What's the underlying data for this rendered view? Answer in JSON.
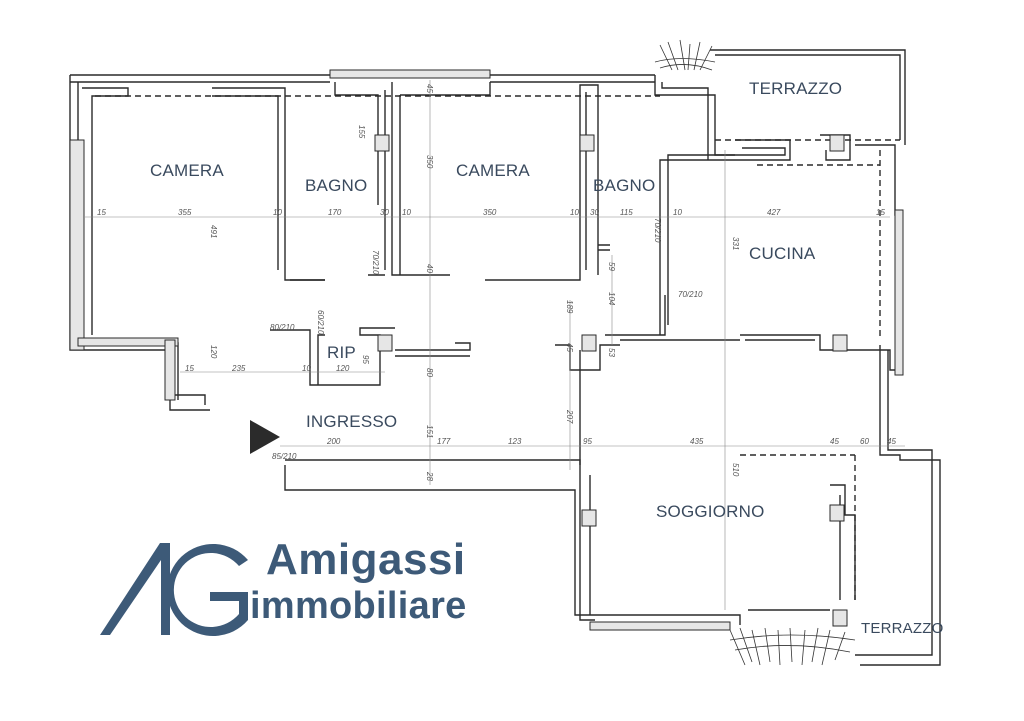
{
  "floor_plan": {
    "rooms": [
      {
        "id": "camera1",
        "label": "CAMERA"
      },
      {
        "id": "bagno1",
        "label": "BAGNO"
      },
      {
        "id": "camera2",
        "label": "CAMERA"
      },
      {
        "id": "bagno2",
        "label": "BAGNO"
      },
      {
        "id": "terrazzo_top",
        "label": "TERRAZZO"
      },
      {
        "id": "cucina",
        "label": "CUCINA"
      },
      {
        "id": "rip",
        "label": "RIP"
      },
      {
        "id": "ingresso",
        "label": "INGRESSO"
      },
      {
        "id": "soggiorno",
        "label": "SOGGIORNO"
      },
      {
        "id": "terrazzo_bottom",
        "label": "TERRAZZO"
      }
    ],
    "dimensions": {
      "row1": [
        "15",
        "355",
        "10",
        "170",
        "30",
        "10",
        "350",
        "10",
        "30",
        "115",
        "10",
        "427",
        "15"
      ],
      "row_rip": [
        "15",
        "235",
        "10",
        "120"
      ],
      "row_ingresso": [
        "200",
        "177",
        "123",
        "95",
        "435",
        "45",
        "60",
        "45"
      ],
      "vertical": [
        "45",
        "155",
        "350",
        "491",
        "120",
        "331",
        "510",
        "104",
        "59",
        "53",
        "45",
        "207",
        "151",
        "28",
        "80",
        "40",
        "189",
        "95"
      ],
      "doors": [
        "80/210",
        "70/210",
        "60/210",
        "70/210",
        "70/210",
        "85/210"
      ]
    },
    "entry_marker": "entrance-arrow"
  },
  "logo": {
    "monogram": "AG",
    "line1": "Amigassi",
    "line2": "immobiliare",
    "color": "#3d5a78"
  }
}
